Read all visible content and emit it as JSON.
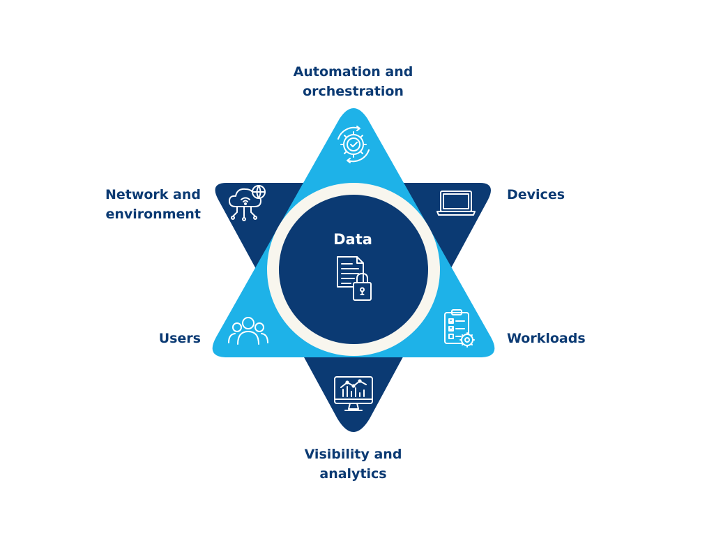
{
  "center": {
    "title": "Data",
    "icon": "document-lock-icon"
  },
  "segments": [
    {
      "id": "top",
      "lines": [
        "Automation and",
        "orchestration"
      ],
      "icon": "gear-check-cycle-icon"
    },
    {
      "id": "upper-right",
      "lines": [
        "Devices"
      ],
      "icon": "laptop-icon"
    },
    {
      "id": "lower-right",
      "lines": [
        "Workloads"
      ],
      "icon": "clipboard-gear-icon"
    },
    {
      "id": "bottom",
      "lines": [
        "Visibility and",
        "analytics"
      ],
      "icon": "monitor-chart-icon"
    },
    {
      "id": "lower-left",
      "lines": [
        "Users"
      ],
      "icon": "users-group-icon"
    },
    {
      "id": "upper-left",
      "lines": [
        "Network and",
        "environment"
      ],
      "icon": "cloud-network-icon"
    }
  ],
  "colors": {
    "dark_blue": "#0b3a73",
    "light_blue": "#1eb2e8",
    "ring": "#f8f6ee",
    "icon_stroke": "#ffffff",
    "text": "#0b3a73"
  }
}
